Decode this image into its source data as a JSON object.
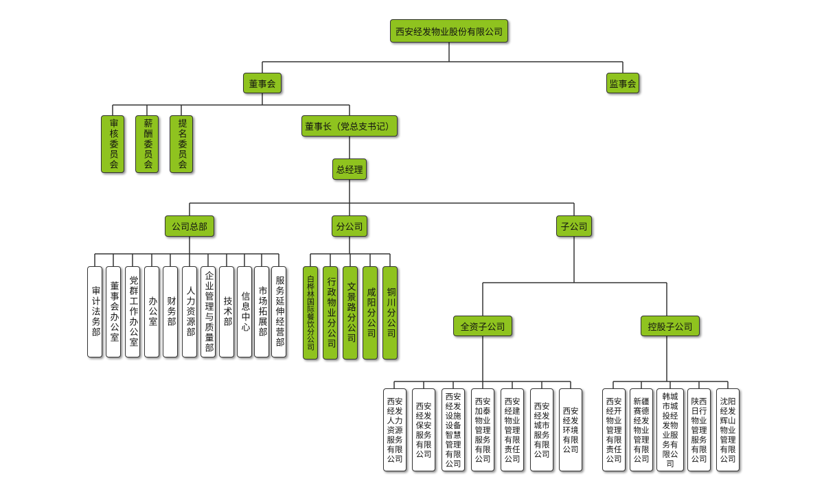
{
  "org": {
    "root": "西安经发物业股份有限公司",
    "board": "董事会",
    "supervisory": "监事会",
    "chairman": "董事长（党总支书记）",
    "gm": "总经理",
    "committees": [
      "审核委员会",
      "薪酬委员会",
      "提名委员会"
    ],
    "hq": "公司总部",
    "hq_depts": [
      "审计法务部",
      "董事会办公室",
      "党群工作办公室",
      "办公室",
      "财务部",
      "人力资源部",
      "企业管理与质量部",
      "技术部",
      "信息中心",
      "市场拓展部",
      "服务延伸经营部"
    ],
    "branches": "分公司",
    "branch_list": [
      "白桦林国际餐饮分公司",
      "行政物业分公司",
      "文景路分公司",
      "咸阳分公司",
      "铜川分公司"
    ],
    "subsidiaries": "子公司",
    "wholly_owned": "全资子公司",
    "wholly_owned_list": [
      "西安经发人力资源服务有限公司",
      "西安经发保安服务有限公司",
      "西安经发设施设备智慧管理有限公司",
      "西安加泰物业管理服务有限公司",
      "西安经建物业管理有限责任公司",
      "西安经发城市服务有限公司",
      "西安经发环境有限公司"
    ],
    "holding": "控股子公司",
    "holding_list": [
      "西安经开物业管理有限责任公司",
      "新疆赛德经发物业管理有限公司",
      "韩城市城投经发物业服务有限公司",
      "陕西日行物业管理服务有限公司",
      "沈阳经发辉山物业管理有限公司"
    ]
  },
  "colors": {
    "accent": "#8fc31f",
    "line": "#333333"
  }
}
